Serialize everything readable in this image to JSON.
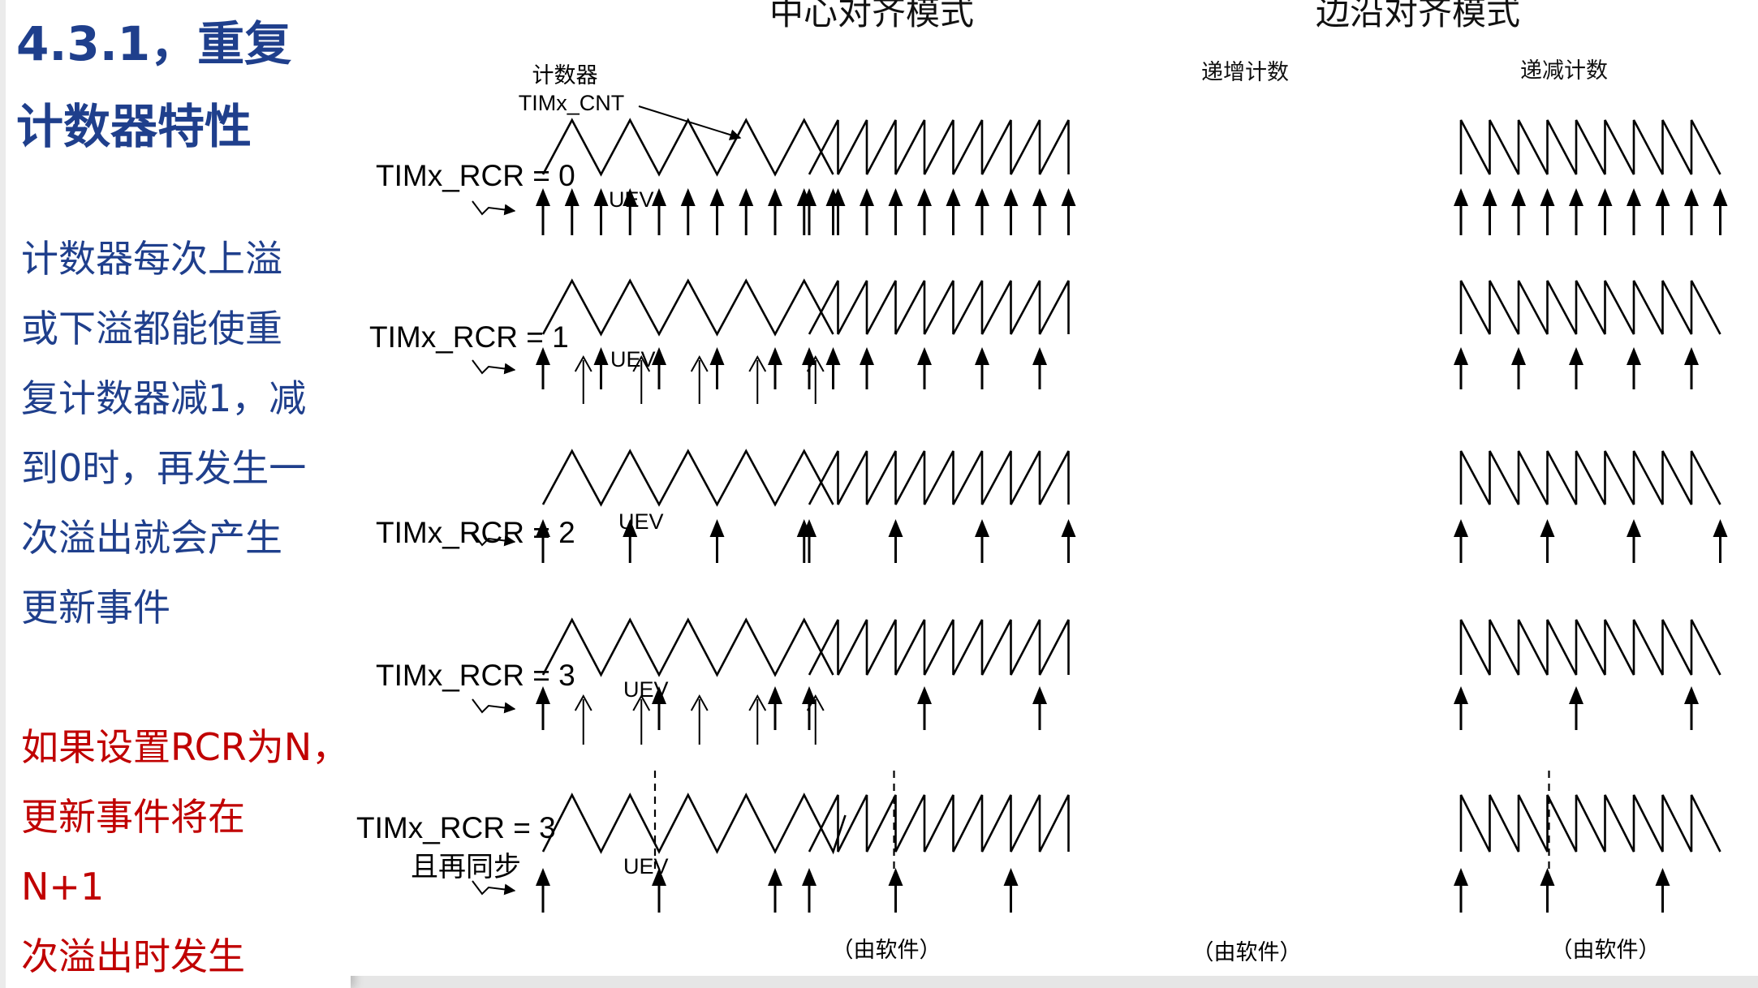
{
  "sidebar": {
    "title_lines": [
      "4.3.1，重复",
      "计数器特性"
    ],
    "description_lines": [
      "计数器每次上溢",
      "或下溢都能使重",
      "复计数器减1，减",
      "到0时，再发生一",
      "次溢出就会产生",
      "更新事件"
    ],
    "highlight_lines": [
      "如果设置RCR为N，",
      "更新事件将在",
      "N+1",
      "次溢出时发生"
    ],
    "colors": {
      "title": "#1f3f8c",
      "description": "#1f3f8c",
      "highlight": "#c00000"
    }
  },
  "diagram": {
    "center_mode_title": "中心对齐模式",
    "edge_mode_title": "边沿对齐模式",
    "upcount_label": "递增计数",
    "downcount_label": "递减计数",
    "counter_label": "计数器",
    "counter_register": "TIMx_CNT",
    "uev_label": "UEV",
    "rows": [
      {
        "label": "TIMx_RCR = 0",
        "rcr": 0
      },
      {
        "label": "TIMx_RCR = 1",
        "rcr": 1
      },
      {
        "label": "TIMx_RCR = 2",
        "rcr": 2
      },
      {
        "label": "TIMx_RCR = 3",
        "rcr": 3
      },
      {
        "label": "TIMx_RCR = 3",
        "sublabel": "且再同步",
        "rcr": 3,
        "resync": true
      }
    ],
    "software_note": "（由软件）"
  }
}
